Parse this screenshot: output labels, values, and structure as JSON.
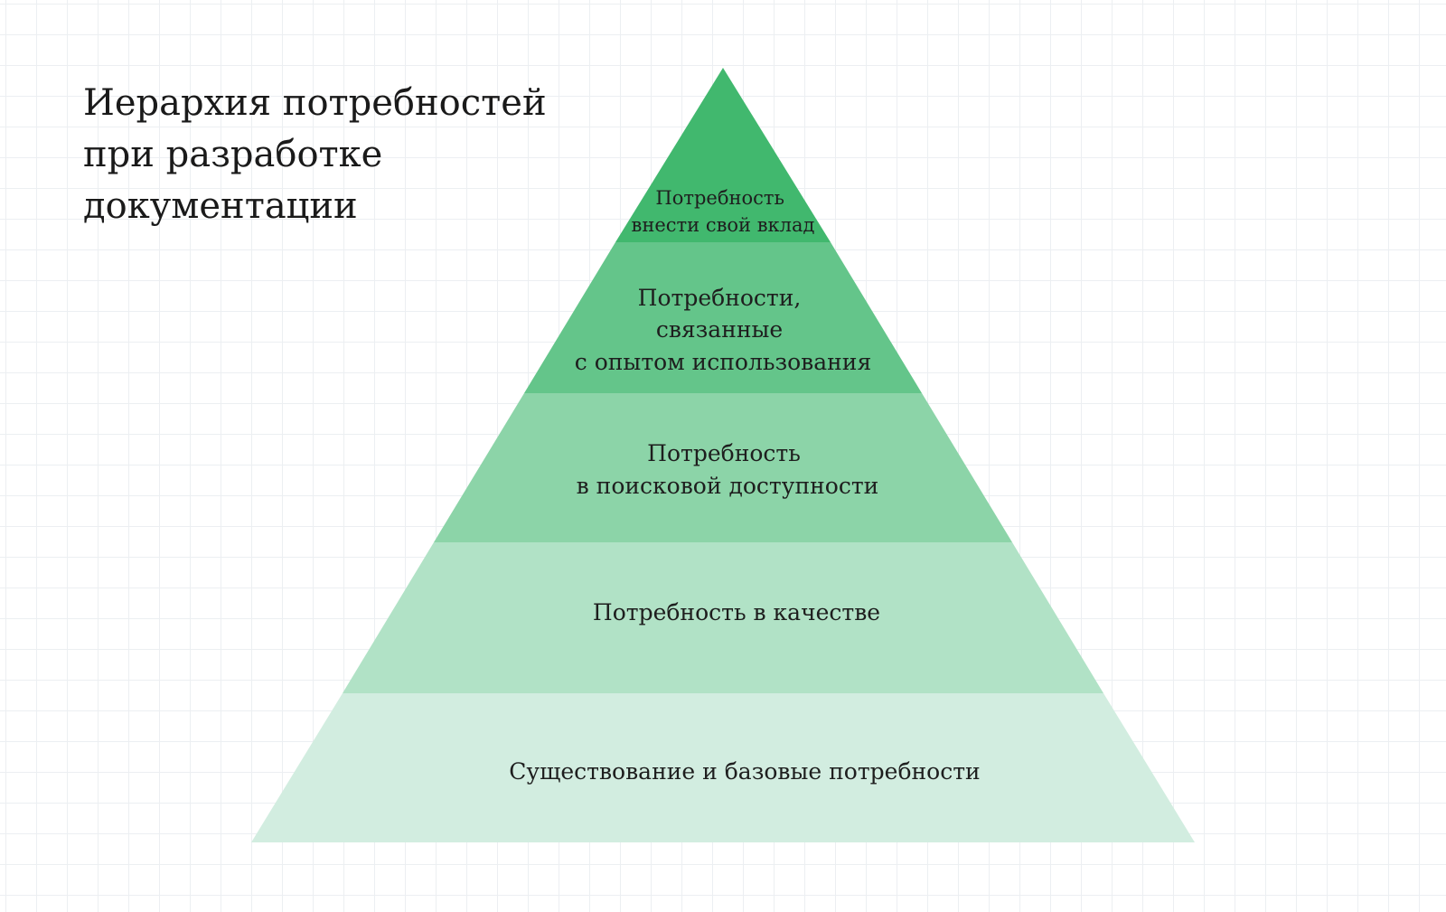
{
  "title": {
    "lines": [
      "Иерархия потребностей",
      "при разработке",
      "документации"
    ]
  },
  "colors": {
    "background": "#ffffff",
    "grid": "#eceff2",
    "text": "#1e1e1e",
    "level_1": "#41b86e",
    "level_2": "#64c58a",
    "level_3": "#8cd4a8",
    "level_4": "#b1e2c6",
    "level_5": "#d2ede0"
  },
  "pyramid": {
    "levels": [
      {
        "lines": [
          "Потребность",
          "внести свой вклад"
        ]
      },
      {
        "lines": [
          "Потребности,",
          "связанные",
          "с опытом использования"
        ]
      },
      {
        "lines": [
          "Потребность",
          "в поисковой доступности"
        ]
      },
      {
        "lines": [
          "Потребность в качестве"
        ]
      },
      {
        "lines": [
          "Существование и базовые потребности"
        ]
      }
    ]
  }
}
